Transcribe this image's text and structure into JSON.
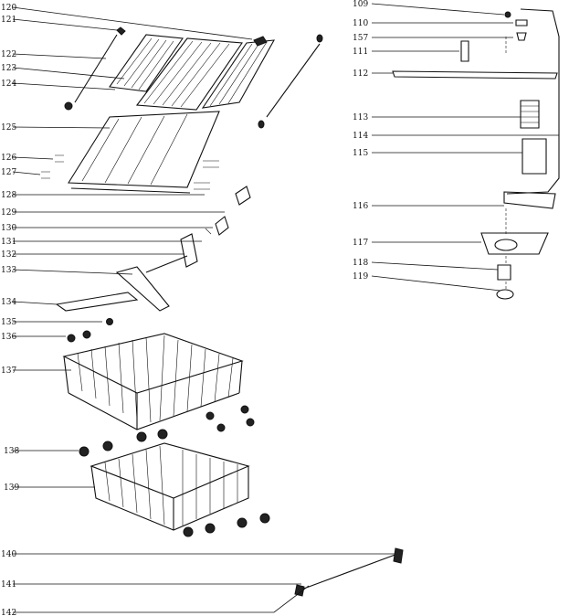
{
  "diagram": {
    "labels": [
      "120",
      "121",
      "122",
      "123",
      "124",
      "125",
      "126",
      "127",
      "128",
      "129",
      "130",
      "131",
      "132",
      "133",
      "134",
      "135",
      "136",
      "137",
      "138",
      "139",
      "140",
      "141",
      "142",
      "109",
      "110",
      "157",
      "111",
      "112",
      "113",
      "114",
      "115",
      "116",
      "117",
      "118",
      "119"
    ]
  }
}
